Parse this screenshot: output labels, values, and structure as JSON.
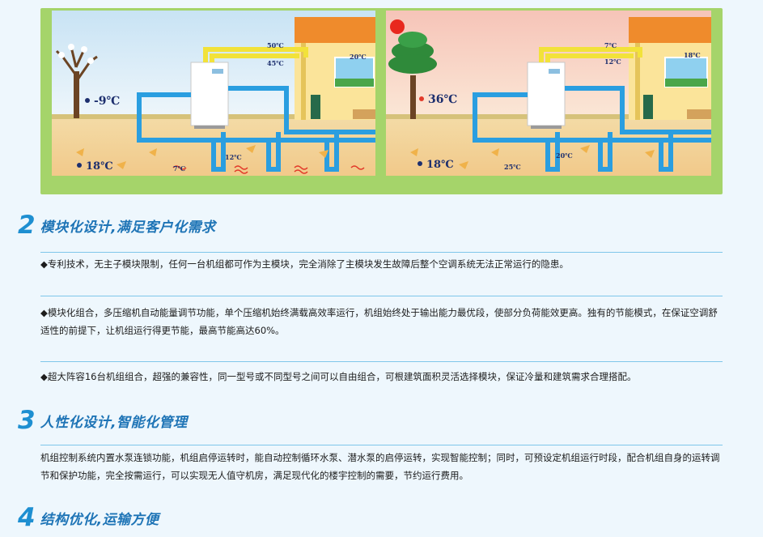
{
  "illustration": {
    "winter": {
      "outdoor_temp": "-9℃",
      "ground_temp": "18℃",
      "supply_temp": "50℃",
      "return_temp": "45℃",
      "indoor_temp": "20℃",
      "loop_in_temp": "7℃",
      "loop_out_temp": "12℃"
    },
    "summer": {
      "outdoor_temp": "36℃",
      "ground_temp": "18℃",
      "supply_temp": "7℃",
      "return_temp": "12℃",
      "indoor_temp": "18℃",
      "loop_in_temp": "25℃",
      "loop_out_temp": "20℃"
    }
  },
  "sections": [
    {
      "number": "2",
      "title": "模块化设计,满足客户化需求",
      "paragraphs": [
        "◆专利技术，无主子模块限制，任何一台机组都可作为主模块，完全消除了主模块发生故障后整个空调系统无法正常运行的隐患。",
        "◆模块化组合，多压缩机自动能量调节功能，单个压缩机始终满载高效率运行，机组始终处于输出能力最优段，使部分负荷能效更高。独有的节能模式，在保证空调舒适性的前提下，让机组运行得更节能，最高节能高达60%。",
        "◆超大阵容16台机组组合，超强的兼容性，同一型号或不同型号之间可以自由组合，可根建筑面积灵活选择模块，保证冷量和建筑需求合理搭配。"
      ]
    },
    {
      "number": "3",
      "title": "人性化设计,智能化管理",
      "paragraphs": [
        "机组控制系统内置水泵连锁功能，机组启停运转时，能自动控制循环水泵、潜水泵的启停运转，实现智能控制；同时，可预设定机组运行时段，配合机组自身的运转调节和保护功能，完全按需运行，可以实现无人值守机房，满足现代化的楼宇控制的需要，节约运行费用。"
      ]
    },
    {
      "number": "4",
      "title": "结构优化,运输方便",
      "paragraphs": []
    }
  ],
  "colors": {
    "accent_blue": "#1e8fd1",
    "frame_green": "#a5d46a",
    "pipe_blue": "#2a9ee0",
    "pipe_yellow": "#f2e23a",
    "ground": "#f6d79a"
  }
}
